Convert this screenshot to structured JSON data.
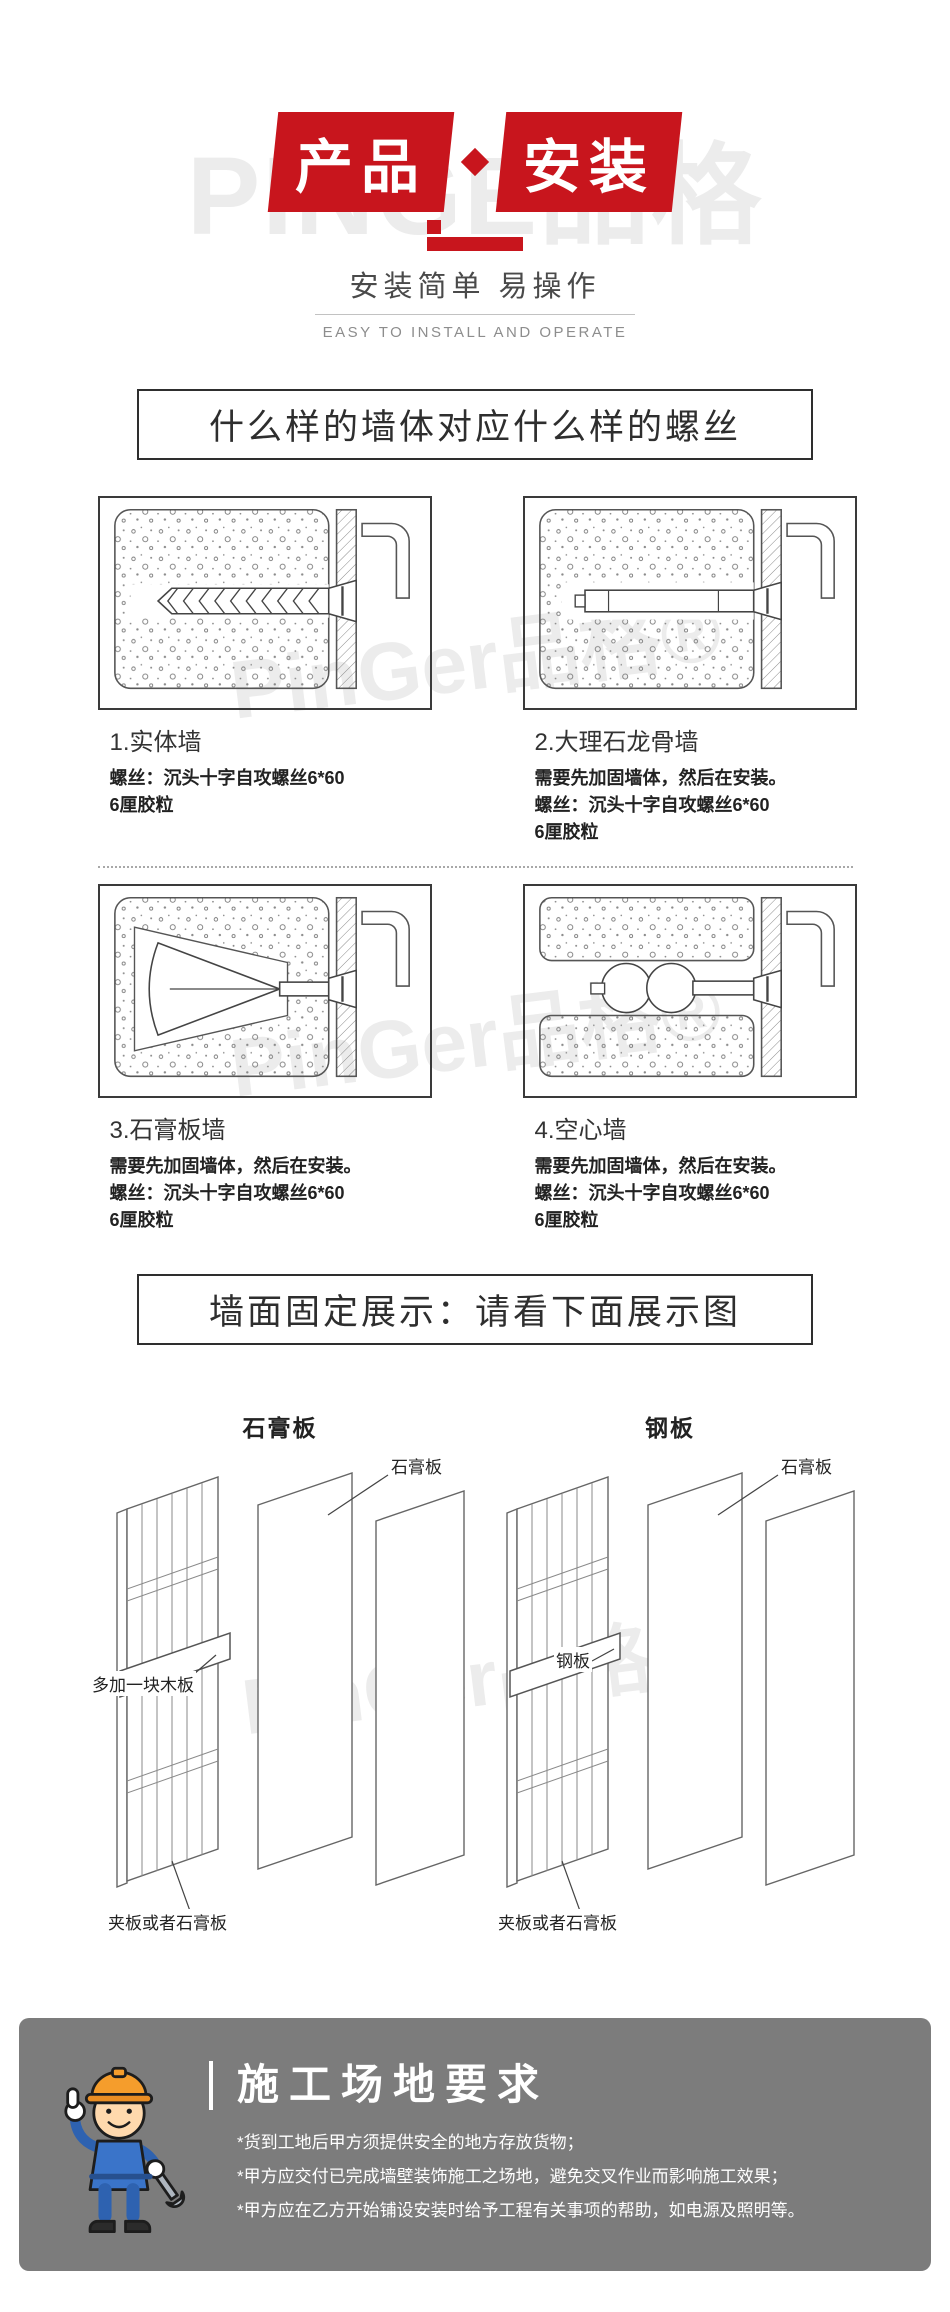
{
  "brand": {
    "watermark_top": "PINGE品格",
    "watermark_diagonal": "PinGer品格®"
  },
  "colors": {
    "accent_red": "#c8151d",
    "notice_bg": "#7c7c7c",
    "watermark_gray": "#ececec"
  },
  "header": {
    "badge_left": "产品",
    "badge_right": "安装",
    "subtitle": "安装简单  易操作",
    "subtitle_en": "EASY TO INSTALL AND OPERATE"
  },
  "sections": {
    "wall_types": {
      "title": "什么样的墙体对应什么样的螺丝",
      "panels": [
        {
          "name": "1.实体墙",
          "lines": [
            "螺丝：沉头十字自攻螺丝6*60",
            "6厘胶粒"
          ]
        },
        {
          "name": "2.大理石龙骨墙",
          "lines": [
            "需要先加固墙体，然后在安装。",
            "螺丝：沉头十字自攻螺丝6*60",
            "6厘胶粒"
          ]
        },
        {
          "name": "3.石膏板墙",
          "lines": [
            "需要先加固墙体，然后在安装。",
            "螺丝：沉头十字自攻螺丝6*60",
            "6厘胶粒"
          ]
        },
        {
          "name": "4.空心墙",
          "lines": [
            "需要先加固墙体，然后在安装。",
            "螺丝：沉头十字自攻螺丝6*60",
            "6厘胶粒"
          ]
        }
      ]
    },
    "display": {
      "title": "墙面固定展示：请看下面展示图",
      "groups": [
        {
          "header": "石膏板",
          "labels": {
            "top": "石膏板",
            "side": "多加一块木板",
            "bottom": "夹板或者石膏板"
          }
        },
        {
          "header": "钢板",
          "labels": {
            "top": "石膏板",
            "side": "钢板",
            "bottom": "夹板或者石膏板"
          }
        }
      ]
    }
  },
  "notice": {
    "title": "施工场地要求",
    "items": [
      "*货到工地后甲方须提供安全的地方存放货物；",
      "*甲方应交付已完成墙壁装饰施工之场地，避免交叉作业而影响施工效果；",
      "*甲方应在乙方开始铺设安装时给予工程有关事项的帮助，如电源及照明等。"
    ]
  }
}
